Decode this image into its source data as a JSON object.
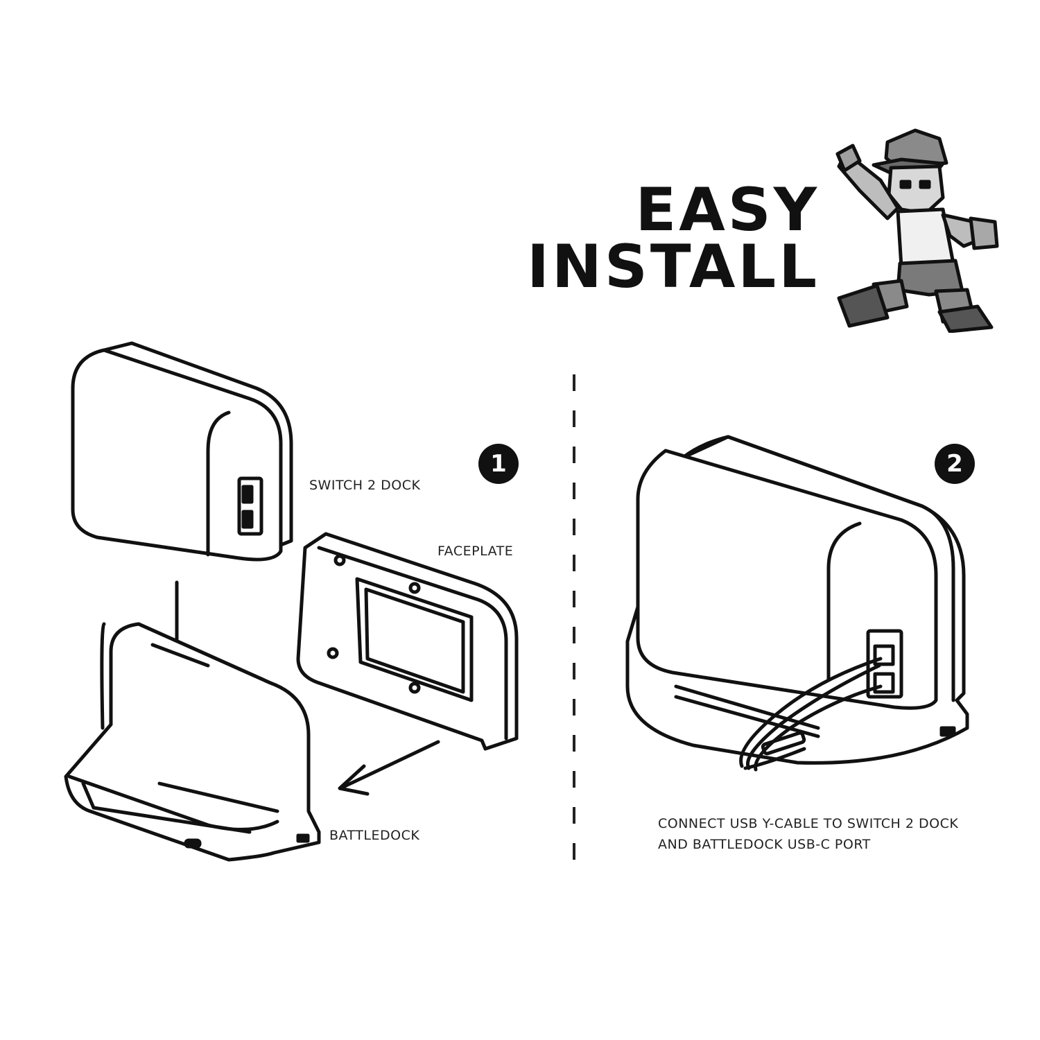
{
  "header": {
    "title_line1": "EASY",
    "title_line2": "INSTALL"
  },
  "mascot": {
    "icon": "pixel-character-pointing-icon"
  },
  "step1": {
    "badge": "1",
    "labels": {
      "dock": "SWITCH 2 DOCK",
      "faceplate": "FACEPLATE",
      "base": "BATTLEDOCK"
    }
  },
  "step2": {
    "badge": "2",
    "instruction_line1": "CONNECT USB Y-CABLE TO SWITCH 2 DOCK",
    "instruction_line2": "AND BATTLEDOCK USB-C PORT"
  },
  "colors": {
    "ink": "#111111",
    "paper": "#ffffff",
    "mascot_gray": "#8a8a8a"
  }
}
